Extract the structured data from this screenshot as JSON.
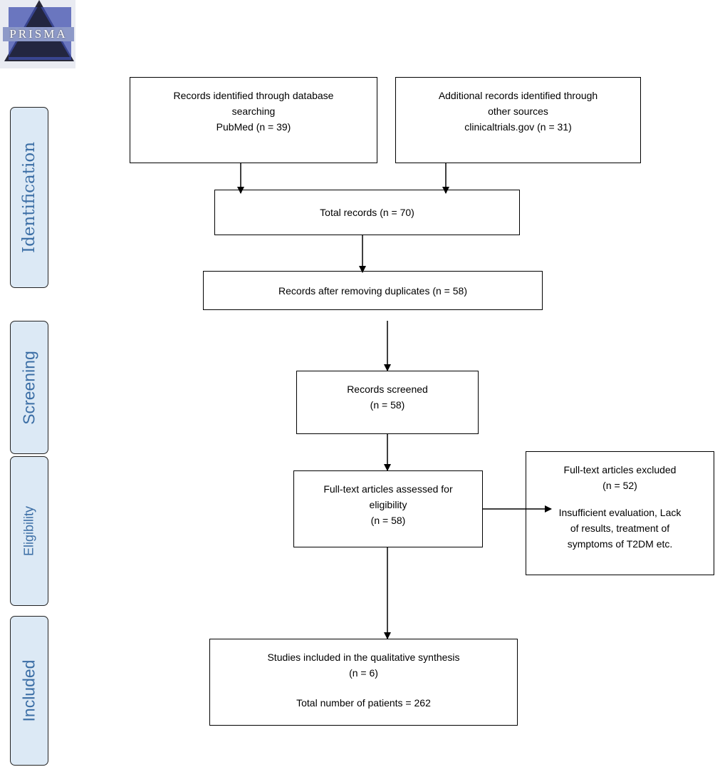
{
  "logo": {
    "text": "PRISMA"
  },
  "phases": {
    "identification": "Identification",
    "screening": "Screening",
    "eligibility": "Eligibility",
    "included": "Included"
  },
  "boxes": {
    "database": {
      "line1": "Records identified through database",
      "line2": "searching",
      "line3": "PubMed (n = 39)"
    },
    "additional": {
      "line1": "Additional records identified through",
      "line2": "other sources",
      "line3": "clinicaltrials.gov (n = 31)"
    },
    "total": {
      "line1": "Total records (n = 70)"
    },
    "dedup": {
      "line1": "Records after removing duplicates (n = 58)"
    },
    "screened": {
      "line1": "Records screened",
      "line2": "(n = 58)"
    },
    "fulltext": {
      "line1": "Full-text articles assessed for",
      "line2": "eligibility",
      "line3": "(n = 58)"
    },
    "excluded": {
      "line1": "Full-text articles excluded",
      "line2": "(n = 52)",
      "line3": "Insufficient evaluation, Lack",
      "line4": "of results, treatment of",
      "line5": "symptoms of T2DM etc."
    },
    "included": {
      "line1": "Studies included in the qualitative synthesis",
      "line2": "(n = 6)",
      "line3": "Total number of patients = 262"
    }
  }
}
